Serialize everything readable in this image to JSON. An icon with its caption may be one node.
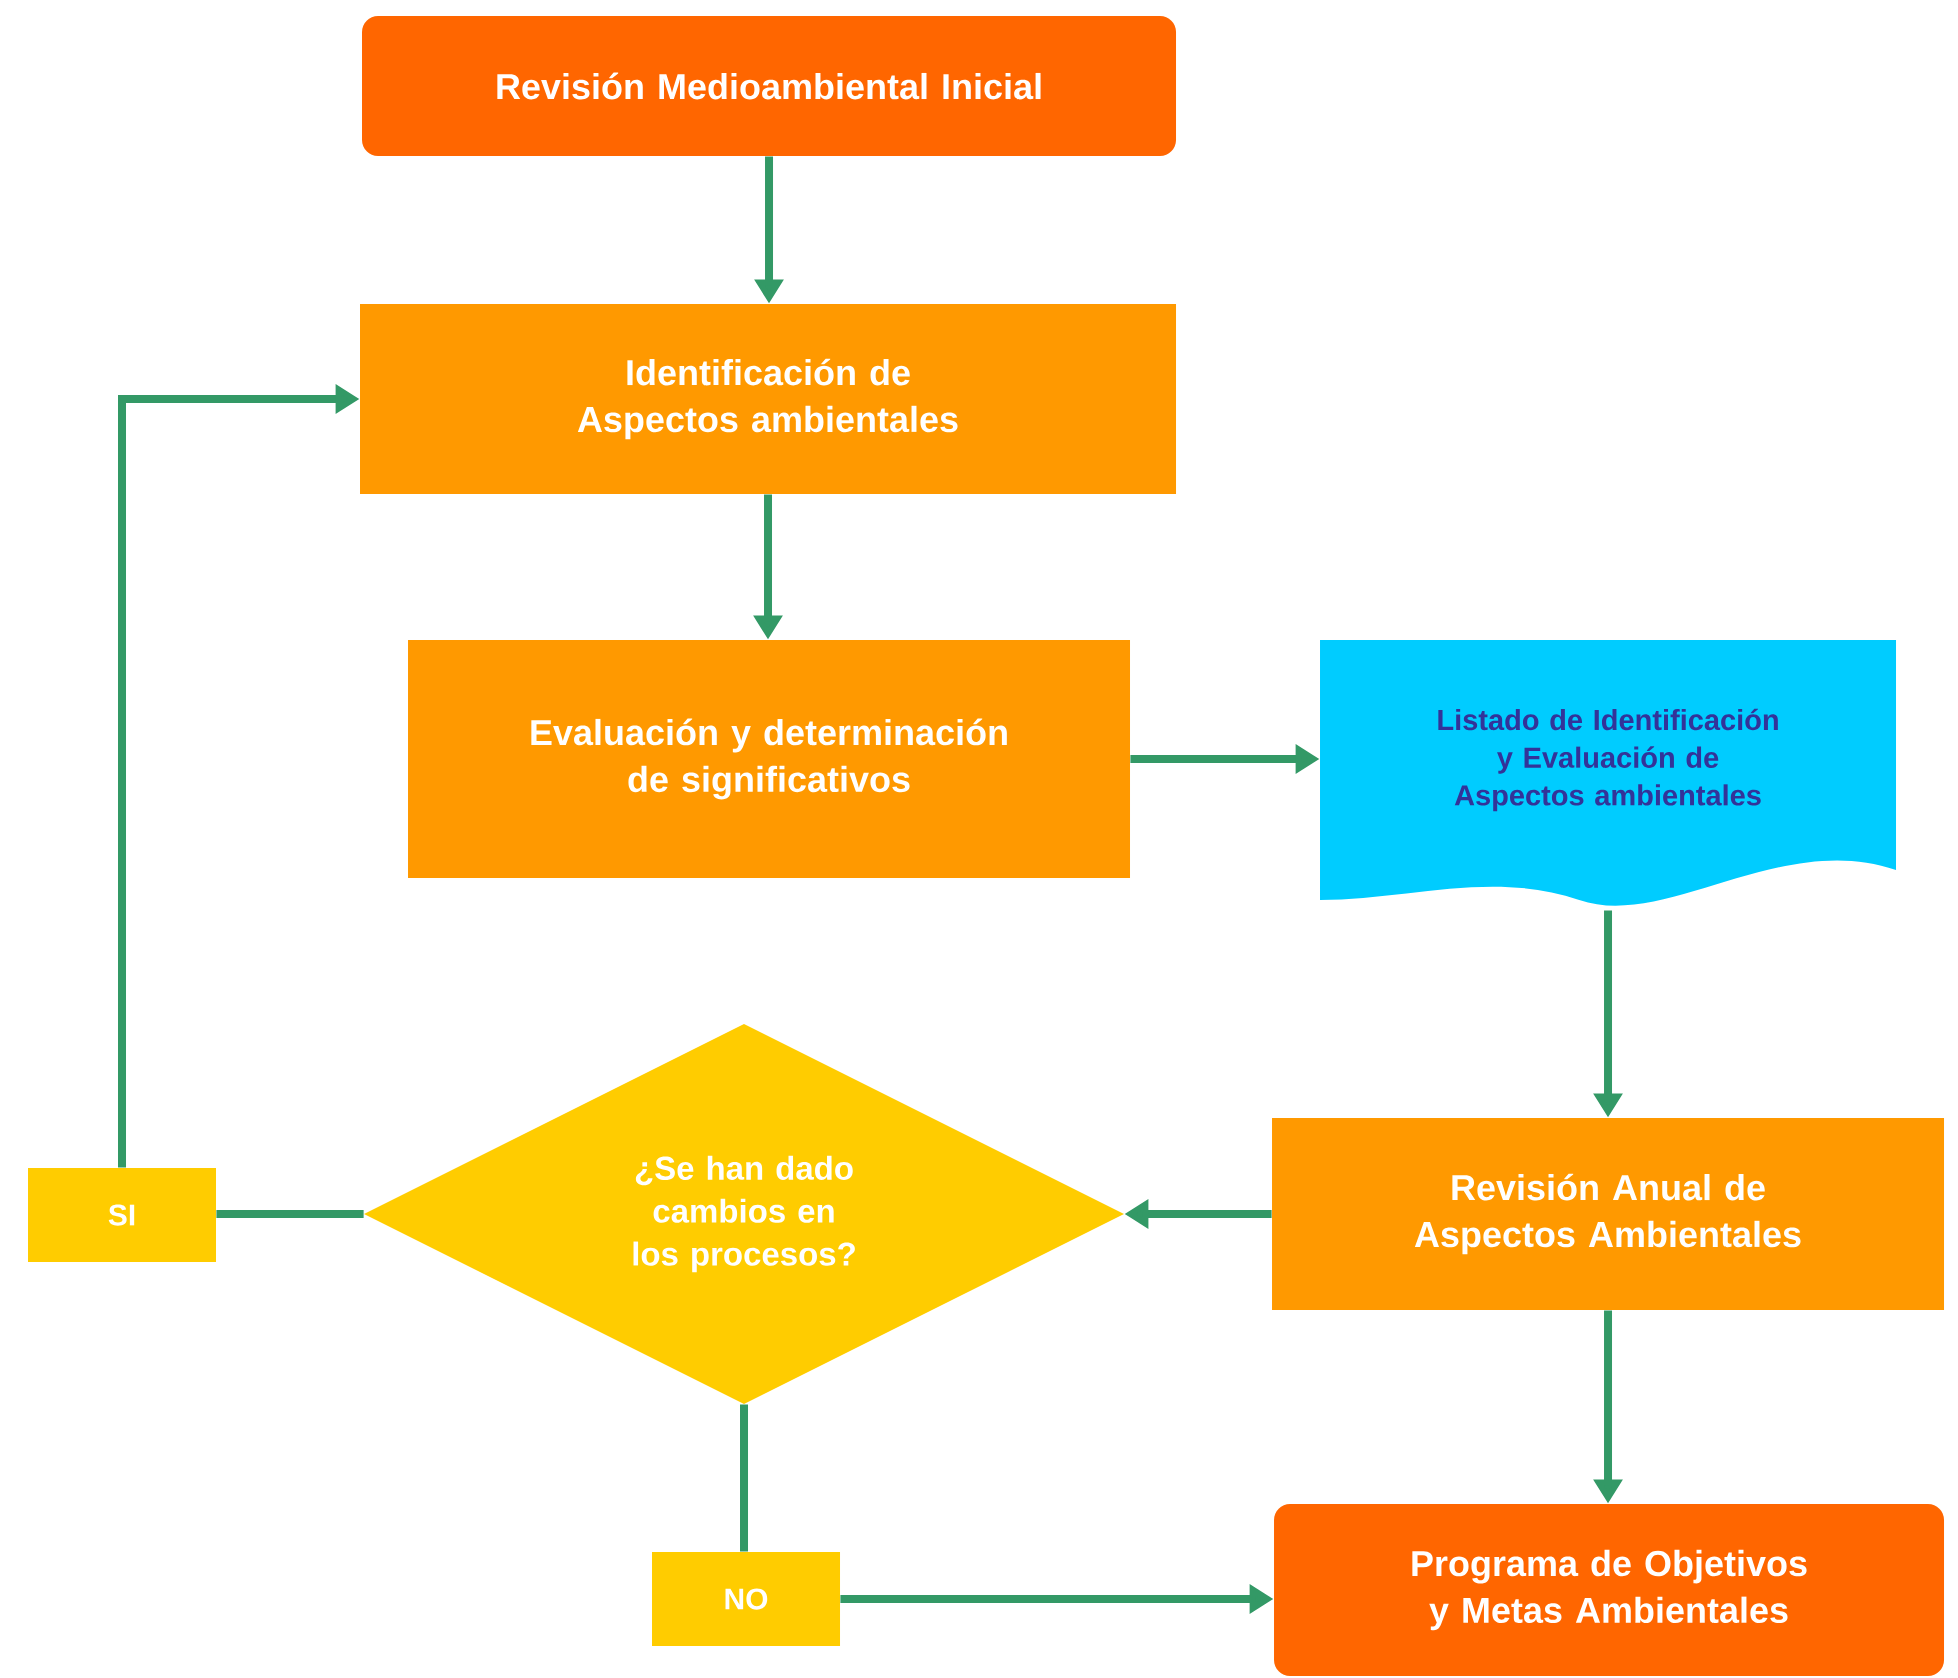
{
  "diagram": {
    "nodes": [
      {
        "text": [
          "Revisión Medioambiental Inicial"
        ]
      },
      {
        "text": [
          "Identificación de Aspectos ambientales"
        ]
      },
      {
        "text": [
          "Evaluación y determinación de significativos"
        ]
      },
      {
        "text": [
          "Listado de Identificación y Evaluación de Aspectos ambientales"
        ]
      },
      {
        "text": [
          "Revisión Anual de Aspectos Ambientales"
        ]
      },
      {
        "text": [
          "¿Se han dado cambios en los procesos?"
        ]
      },
      {
        "text": [
          "SI"
        ]
      },
      {
        "text": [
          "NO"
        ]
      },
      {
        "text": [
          "Programa de Objetivos y Metas Ambientales"
        ]
      }
    ],
    "edges": [
      {
        "from": 0,
        "to": 1,
        "arrow": "to"
      },
      {
        "from": 1,
        "to": 2,
        "arrow": "to"
      },
      {
        "from": 2,
        "to": 3,
        "arrow": "to"
      },
      {
        "from": 3,
        "to": 4,
        "arrow": "to"
      },
      {
        "from": 4,
        "to": 5,
        "arrow": "to"
      },
      {
        "from": 5,
        "to": 6,
        "arrow": "none"
      },
      {
        "from": 6,
        "to": 1,
        "arrow": "to"
      },
      {
        "from": 5,
        "to": 7,
        "arrow": "none"
      },
      {
        "from": 7,
        "to": 8,
        "arrow": "to"
      },
      {
        "from": 4,
        "to": 8,
        "arrow": "to"
      }
    ]
  }
}
